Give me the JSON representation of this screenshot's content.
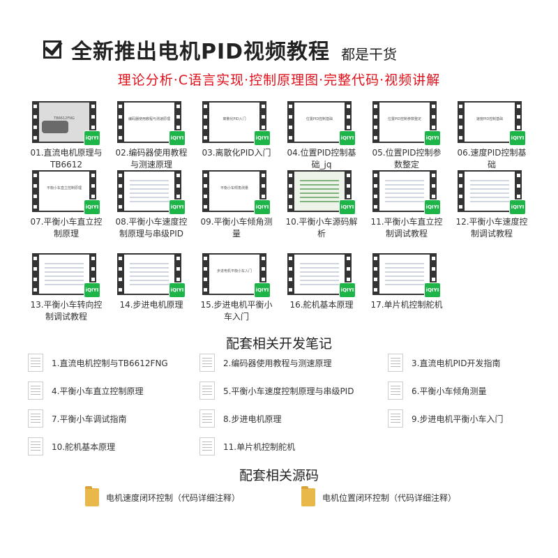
{
  "header": {
    "title": "全新推出电机PID视频教程",
    "suffix": "都是干货",
    "tagline": "理论分析·C语言实现·控制原理图·完整代码·视频讲解"
  },
  "videos": [
    {
      "caption": "01.直流电机原理与TB6612",
      "screen_text": "TB6612FNG",
      "style": "photo"
    },
    {
      "caption": "02.编码器使用教程与测速原理",
      "screen_text": "编码器使用教程与测速原理",
      "style": "text"
    },
    {
      "caption": "03.离散化PID入门",
      "screen_text": "离散化PID入门",
      "style": "text"
    },
    {
      "caption": "04.位置PID控制基础_jq",
      "screen_text": "位置PID控制基础",
      "style": "text"
    },
    {
      "caption": "05.位置PID控制参数整定",
      "screen_text": "位置PID控制参数整定",
      "style": "text"
    },
    {
      "caption": "06.速度PID控制基础",
      "screen_text": "速度PID控制基础",
      "style": "text"
    },
    {
      "caption": "07.平衡小车直立控制原理",
      "screen_text": "平衡小车直立控制原理",
      "style": "text"
    },
    {
      "caption": "08.平衡小车速度控制原理与串级PID",
      "screen_text": "",
      "style": "doc"
    },
    {
      "caption": "09.平衡小车倾角测量",
      "screen_text": "平衡小车倾角测量",
      "style": "text"
    },
    {
      "caption": "10.平衡小车源码解析",
      "screen_text": "",
      "style": "code"
    },
    {
      "caption": "11.平衡小车直立控制调试教程",
      "screen_text": "",
      "style": "doc"
    },
    {
      "caption": "12.平衡小车速度控制调试教程",
      "screen_text": "",
      "style": "doc"
    },
    {
      "caption": "13.平衡小车转向控制调试教程",
      "screen_text": "",
      "style": "doc"
    },
    {
      "caption": "14.步进电机原理",
      "screen_text": "",
      "style": "doc"
    },
    {
      "caption": "15.步进电机平衡小车入门",
      "screen_text": "步进电机平衡小车入门",
      "style": "text"
    },
    {
      "caption": "16.舵机基本原理",
      "screen_text": "",
      "style": "doc"
    },
    {
      "caption": "17.单片机控制舵机",
      "screen_text": "",
      "style": "doc"
    }
  ],
  "badge_label": "iQIYI",
  "notes_heading": "配套相关开发笔记",
  "notes": [
    "1.直流电机控制与TB6612FNG",
    "2.编码器使用教程与测速原理",
    "3.直流电机PID开发指南",
    "4.平衡小车直立控制原理",
    "5.平衡小车速度控制原理与串级PID",
    "6.平衡小车倾角测量",
    "7.平衡小车调试指南",
    "8.步进电机原理",
    "9.步进电机平衡小车入门",
    "10.舵机基本原理",
    "11.单片机控制舵机"
  ],
  "source_heading": "配套相关源码",
  "sources": [
    "电机速度闭环控制（代码详细注释）",
    "电机位置闭环控制（代码详细注释）"
  ],
  "colors": {
    "accent_red": "#e0101a",
    "iqiyi_green": "#1db547",
    "folder": "#e8b84a"
  }
}
